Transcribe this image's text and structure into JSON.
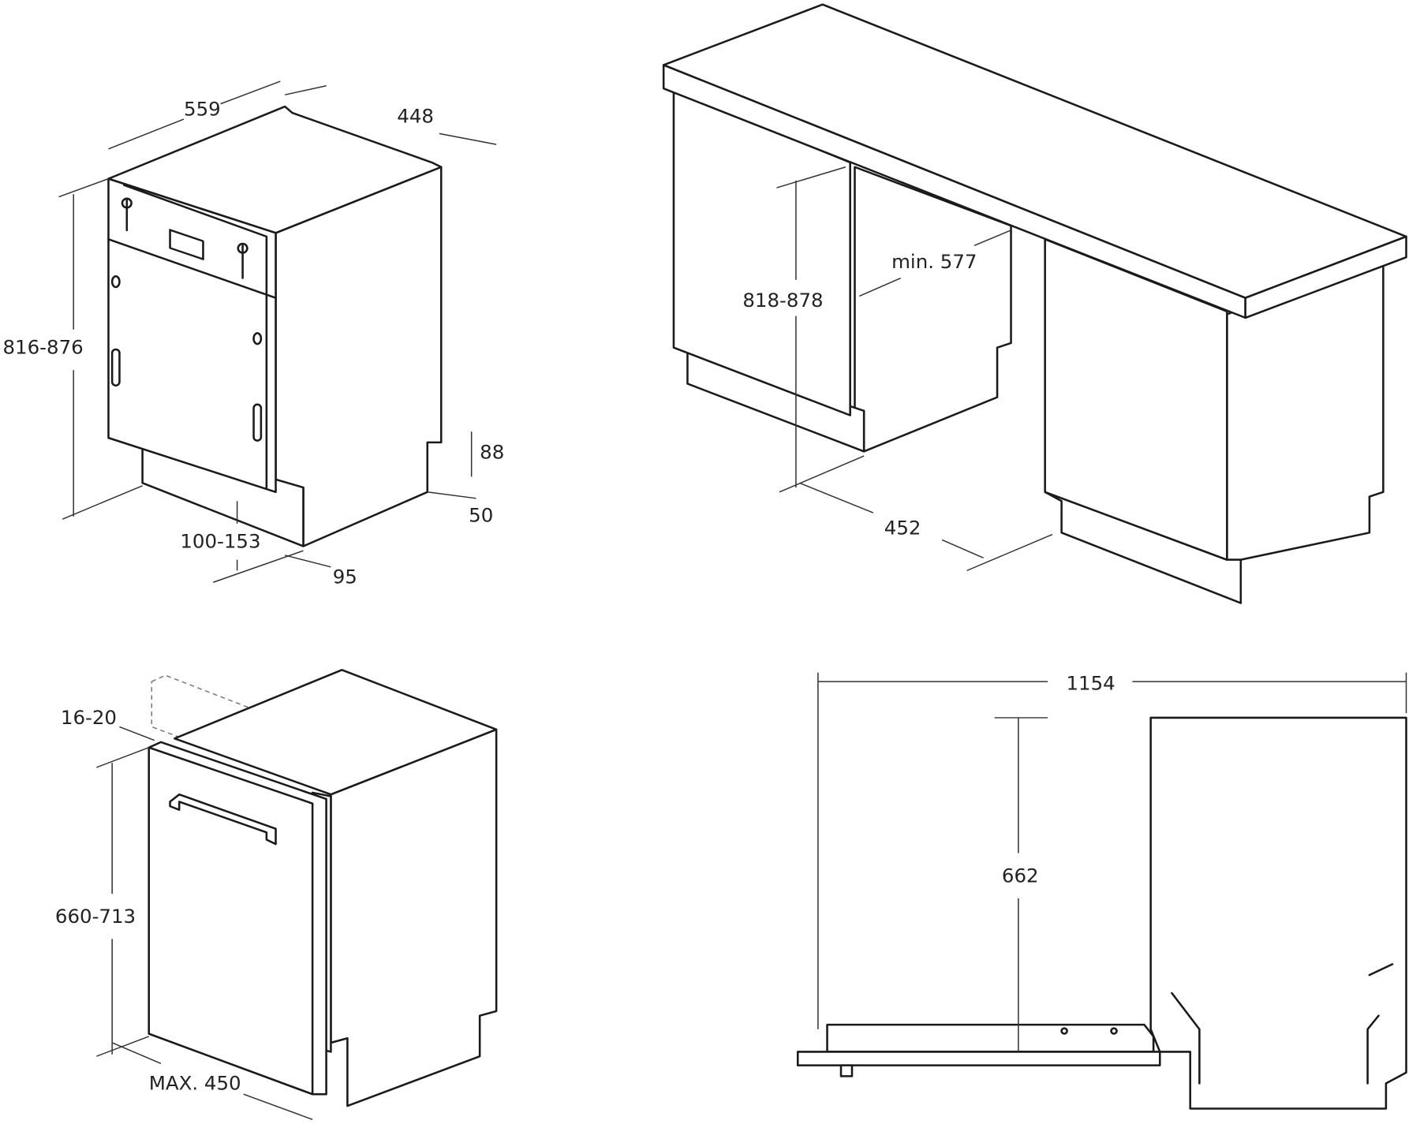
{
  "views": {
    "front_iso": {
      "width": "559",
      "depth": "448",
      "height": "816-876",
      "plinth_height": "88",
      "plinth_depth": "50",
      "door_gap": "100-153",
      "toe": "95"
    },
    "installation": {
      "niche_width": "min. 577",
      "niche_height": "818-878",
      "depth": "452"
    },
    "panel_iso": {
      "panel_thickness": "16-20",
      "panel_height": "660-713",
      "panel_width": "MAX. 450"
    },
    "side_open": {
      "open_length": "1154",
      "tub_height": "662"
    }
  }
}
